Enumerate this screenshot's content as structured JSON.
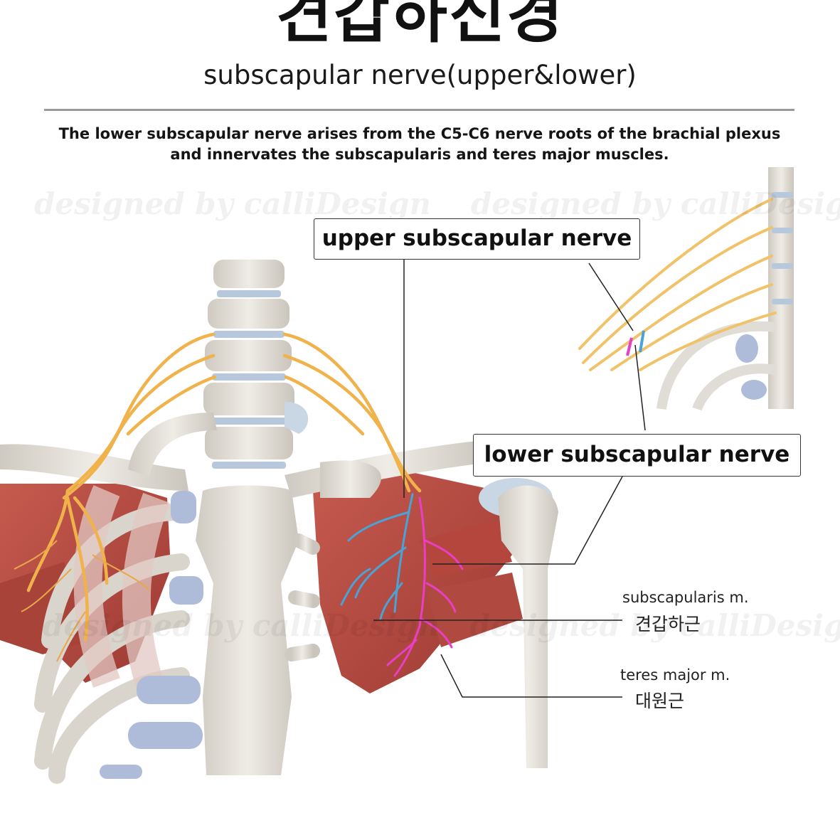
{
  "header": {
    "title": "견갑하신경",
    "subtitle": "subscapular nerve(upper&lower)",
    "description_line1": "The lower subscapular nerve arises from the C5-C6 nerve roots of the brachial plexus",
    "description_line2": "and innervates the subscapularis and teres major muscles."
  },
  "watermark": "designed by calliDesign",
  "callouts": {
    "upper": "upper subscapular nerve",
    "lower": "lower subscapular nerve"
  },
  "labels": {
    "subscapularis_en": "subscapularis m.",
    "subscapularis_ko": "견갑하근",
    "teres_major_en": "teres major m.",
    "teres_major_ko": "대원근"
  },
  "colors": {
    "bone": "#e6e2da",
    "cartilage": "#aebbd9",
    "muscle": "#b84a40",
    "nerve": "#f0b24a",
    "upper_nerve": "#4aa3d6",
    "lower_nerve": "#e83fc4"
  }
}
